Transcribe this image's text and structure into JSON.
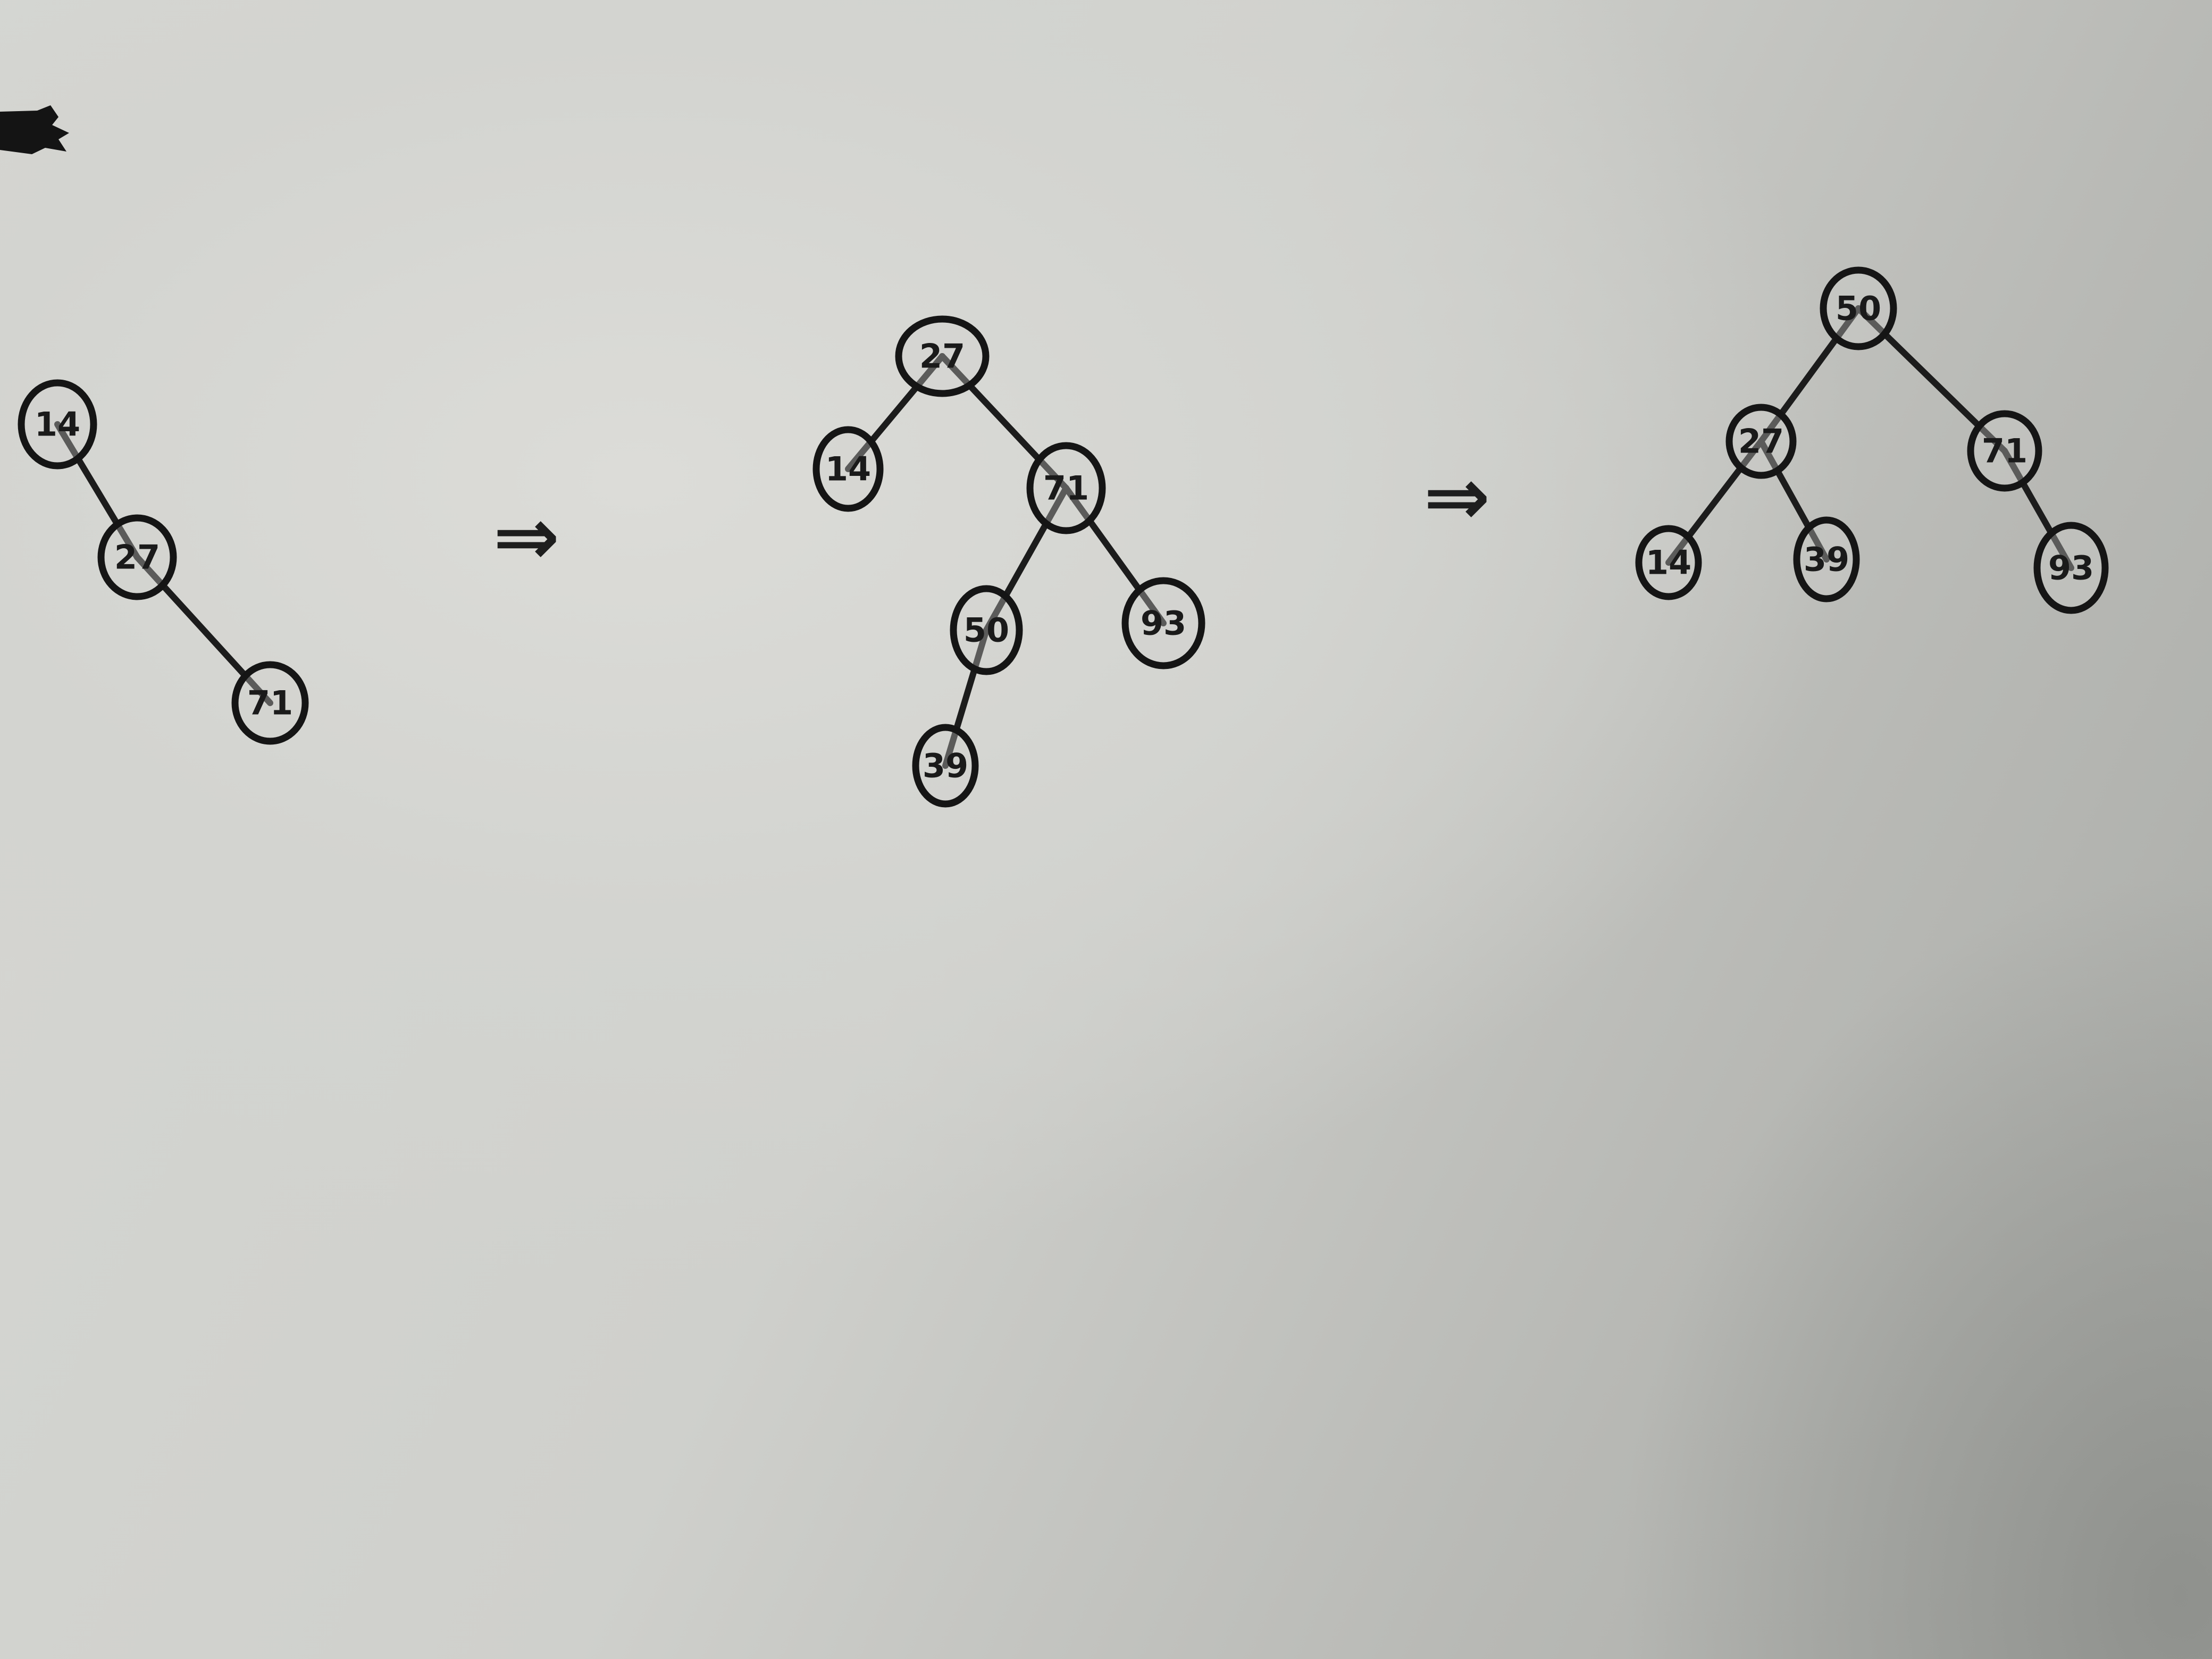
{
  "diagram": {
    "type": "binary-search-tree-sequence",
    "transition_arrows": [
      "⇒",
      "⇒"
    ],
    "trees": [
      {
        "nodes": [
          {
            "id": "t1-14",
            "label": "14"
          },
          {
            "id": "t1-27",
            "label": "27"
          },
          {
            "id": "t1-71",
            "label": "71"
          }
        ],
        "edges": [
          [
            "t1-14",
            "t1-27"
          ],
          [
            "t1-27",
            "t1-71"
          ]
        ]
      },
      {
        "nodes": [
          {
            "id": "t2-27",
            "label": "27"
          },
          {
            "id": "t2-14",
            "label": "14"
          },
          {
            "id": "t2-71",
            "label": "71"
          },
          {
            "id": "t2-50",
            "label": "50"
          },
          {
            "id": "t2-93",
            "label": "93"
          },
          {
            "id": "t2-39",
            "label": "39"
          }
        ],
        "edges": [
          [
            "t2-27",
            "t2-14"
          ],
          [
            "t2-27",
            "t2-71"
          ],
          [
            "t2-71",
            "t2-50"
          ],
          [
            "t2-71",
            "t2-93"
          ],
          [
            "t2-50",
            "t2-39"
          ]
        ]
      },
      {
        "nodes": [
          {
            "id": "t3-50",
            "label": "50"
          },
          {
            "id": "t3-27",
            "label": "27"
          },
          {
            "id": "t3-71",
            "label": "71"
          },
          {
            "id": "t3-14",
            "label": "14"
          },
          {
            "id": "t3-39",
            "label": "39"
          },
          {
            "id": "t3-93",
            "label": "93"
          }
        ],
        "edges": [
          [
            "t3-50",
            "t3-27"
          ],
          [
            "t3-50",
            "t3-71"
          ],
          [
            "t3-27",
            "t3-14"
          ],
          [
            "t3-27",
            "t3-39"
          ],
          [
            "t3-71",
            "t3-93"
          ]
        ]
      }
    ]
  }
}
